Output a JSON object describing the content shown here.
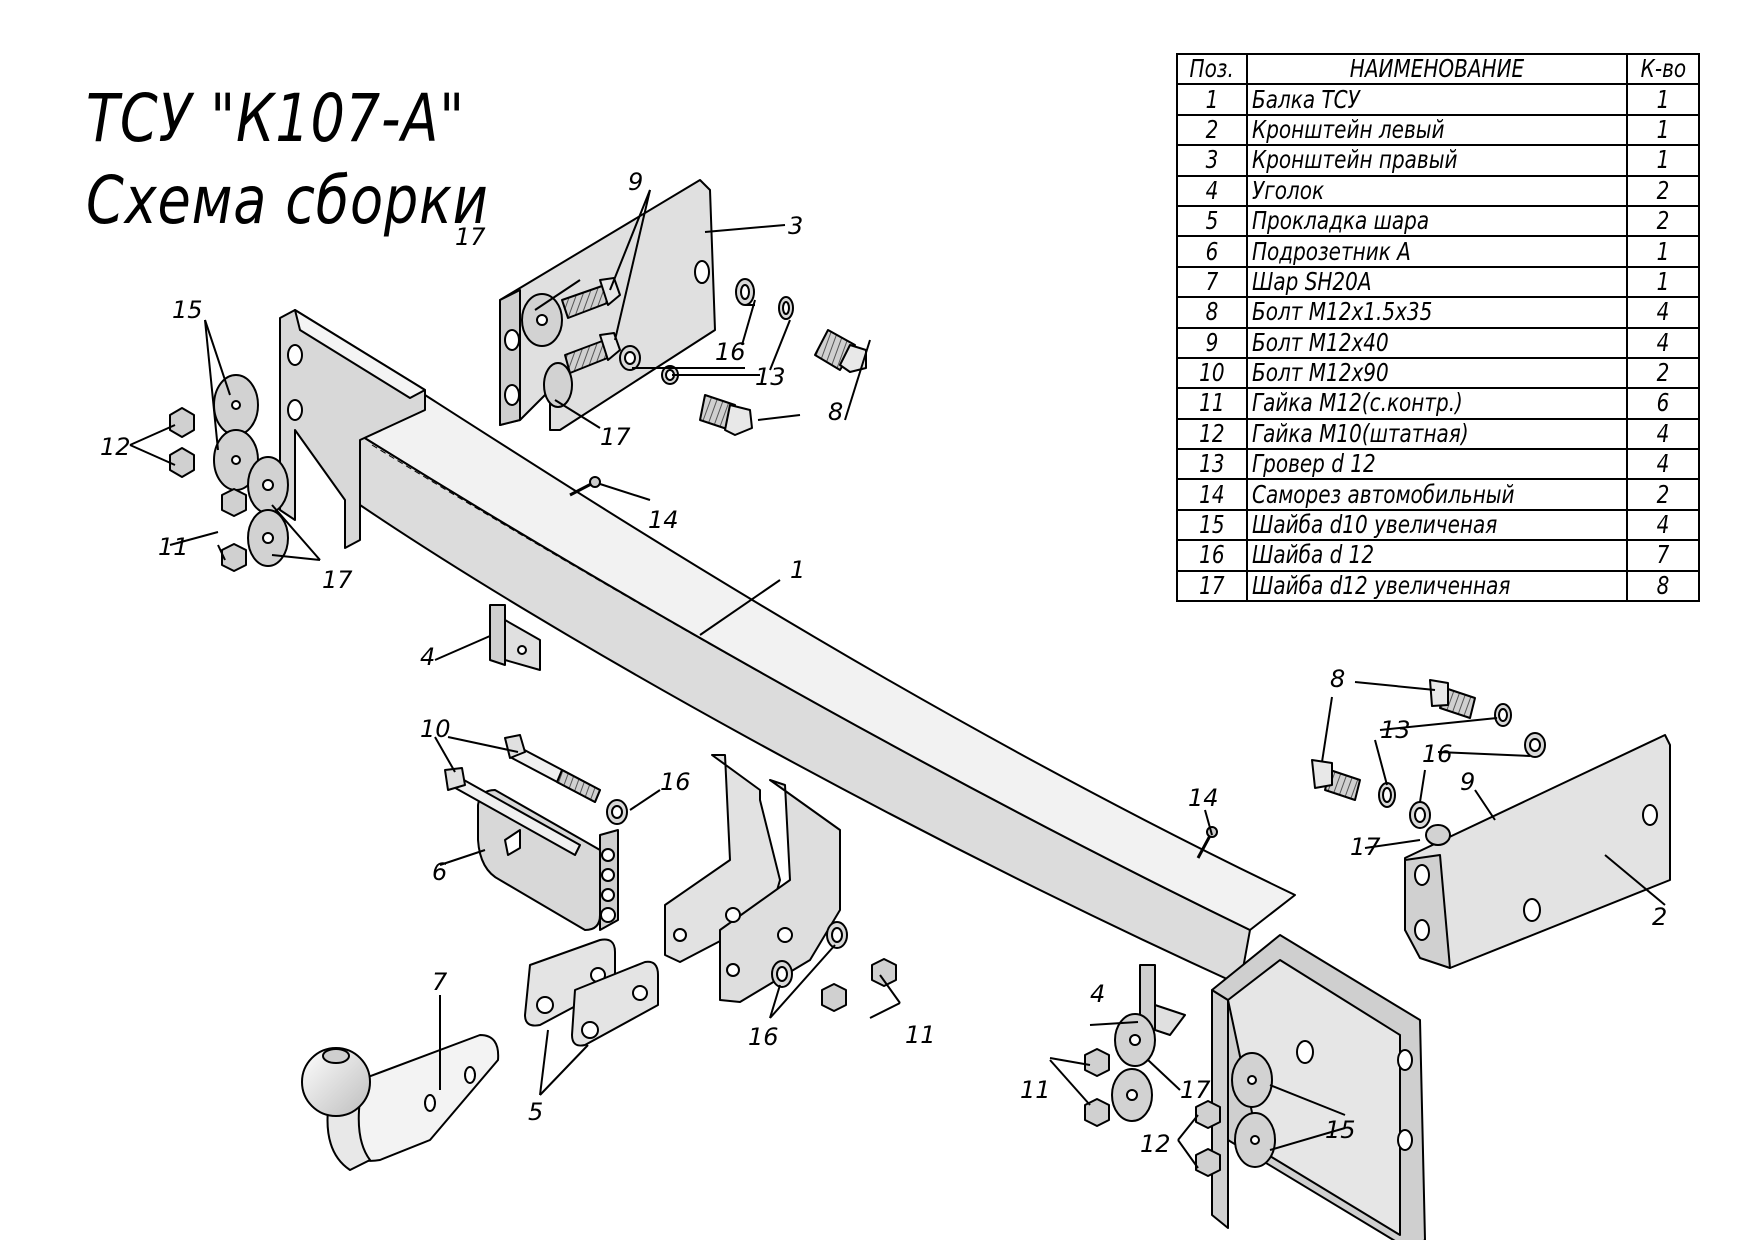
{
  "title": {
    "line1": "ТСУ \"К107-А\"",
    "line2": "Схема сборки"
  },
  "parts_table": {
    "headers": {
      "position": "Поз.",
      "name": "НАИМЕНОВАНИЕ",
      "quantity": "К-во"
    },
    "rows": [
      {
        "position": "1",
        "name": "Балка ТСУ",
        "quantity": "1"
      },
      {
        "position": "2",
        "name": "Кронштейн левый",
        "quantity": "1"
      },
      {
        "position": "3",
        "name": "Кронштейн правый",
        "quantity": "1"
      },
      {
        "position": "4",
        "name": "Уголок",
        "quantity": "2"
      },
      {
        "position": "5",
        "name": "Прокладка шара",
        "quantity": "2"
      },
      {
        "position": "6",
        "name": "Подрозетник А",
        "quantity": "1"
      },
      {
        "position": "7",
        "name": "Шар SH20A",
        "quantity": "1"
      },
      {
        "position": "8",
        "name": "Болт М12х1.5х35",
        "quantity": "4"
      },
      {
        "position": "9",
        "name": "Болт М12х40",
        "quantity": "4"
      },
      {
        "position": "10",
        "name": "Болт М12х90",
        "quantity": "2"
      },
      {
        "position": "11",
        "name": "Гайка М12(с.контр.)",
        "quantity": "6"
      },
      {
        "position": "12",
        "name": "Гайка М10(штатная)",
        "quantity": "4"
      },
      {
        "position": "13",
        "name": "Гровер d 12",
        "quantity": "4"
      },
      {
        "position": "14",
        "name": "Саморез автомобильный",
        "quantity": "2"
      },
      {
        "position": "15",
        "name": "Шайба d10 увеличеная",
        "quantity": "4"
      },
      {
        "position": "16",
        "name": "Шайба d 12",
        "quantity": "7"
      },
      {
        "position": "17",
        "name": "Шайба d12 увеличенная",
        "quantity": "8"
      }
    ]
  },
  "callouts": {
    "c1": "1",
    "c2": "2",
    "c3": "3",
    "c4a": "4",
    "c4b": "4",
    "c5": "5",
    "c6": "6",
    "c7": "7",
    "c8a": "8",
    "c8b": "8",
    "c9a": "9",
    "c9b": "9",
    "c10": "10",
    "c11a": "11",
    "c11b": "11",
    "c11c": "11",
    "c12a": "12",
    "c12b": "12",
    "c13a": "13",
    "c13b": "13",
    "c14a": "14",
    "c14b": "14",
    "c15a": "15",
    "c15b": "15",
    "c16a": "16",
    "c16b": "16",
    "c16c": "16",
    "c16d": "16",
    "c17a": "17",
    "c17b": "17",
    "c17c": "17",
    "c17d": "17",
    "c17e": "17"
  },
  "colors": {
    "line": "#000000",
    "part_fill": "#e4e4e4",
    "part_shade": "#c8c8c8",
    "background": "#ffffff"
  }
}
